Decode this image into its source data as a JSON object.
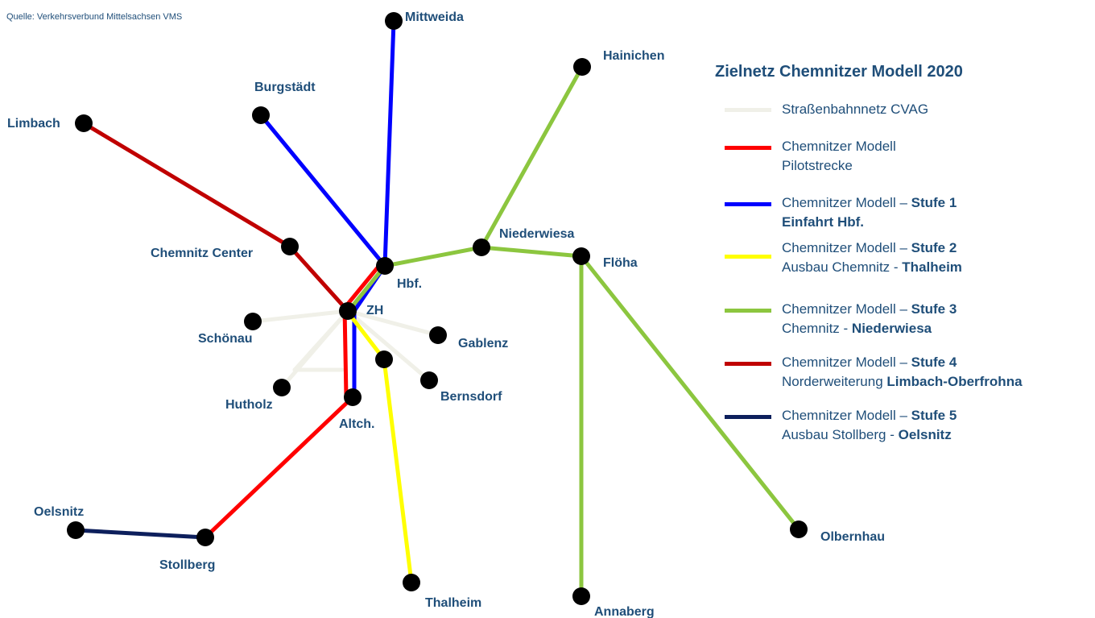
{
  "source": "Quelle: Verkehrsverbund Mittelsachsen VMS",
  "legend": {
    "title": "Zielnetz Chemnitzer Modell 2020",
    "items": [
      {
        "id": "tram",
        "color": "#f0f0e8",
        "line1": "Straßenbahnnetz CVAG",
        "line1_bold": "",
        "line2": "",
        "line2_bold": ""
      },
      {
        "id": "pilot",
        "color": "#ff0000",
        "line1": "Chemnitzer Modell",
        "line1_bold": "",
        "line2": "Pilotstrecke",
        "line2_bold": ""
      },
      {
        "id": "stufe1",
        "color": "#0000ff",
        "line1": "Chemnitzer Modell – ",
        "line1_bold": "Stufe 1",
        "line2": "",
        "line2_bold": "Einfahrt Hbf."
      },
      {
        "id": "stufe2",
        "color": "#ffff00",
        "line1": "Chemnitzer Modell – ",
        "line1_bold": "Stufe 2",
        "line2": "Ausbau Chemnitz - ",
        "line2_bold": "Thalheim"
      },
      {
        "id": "stufe3",
        "color": "#8cc63f",
        "line1": "Chemnitzer Modell – ",
        "line1_bold": "Stufe 3",
        "line2": "Chemnitz - ",
        "line2_bold": "Niederwiesa"
      },
      {
        "id": "stufe4",
        "color": "#c00000",
        "line1": "Chemnitzer Modell – ",
        "line1_bold": "Stufe 4",
        "line2": "Norderweiterung ",
        "line2_bold": "Limbach-Oberfrohna"
      },
      {
        "id": "stufe5",
        "color": "#0d1f5c",
        "line1": "Chemnitzer Modell – ",
        "line1_bold": "Stufe 5",
        "line2": "Ausbau Stollberg - ",
        "line2_bold": "Oelsnitz"
      }
    ]
  },
  "stations": {
    "mittweida": "Mittweida",
    "hainichen": "Hainichen",
    "burgstaedt": "Burgstädt",
    "limbach": "Limbach",
    "chemnitz_center": "Chemnitz Center",
    "niederwiesa": "Niederwiesa",
    "floeha": "Flöha",
    "hbf": "Hbf.",
    "zh": "ZH",
    "schoenau": "Schönau",
    "gablenz": "Gablenz",
    "bernsdorf": "Bernsdorf",
    "hutholz": "Hutholz",
    "altch": "Altch.",
    "oelsnitz": "Oelsnitz",
    "stollberg": "Stollberg",
    "thalheim": "Thalheim",
    "annaberg": "Annaberg",
    "olbernhau": "Olbernhau"
  }
}
